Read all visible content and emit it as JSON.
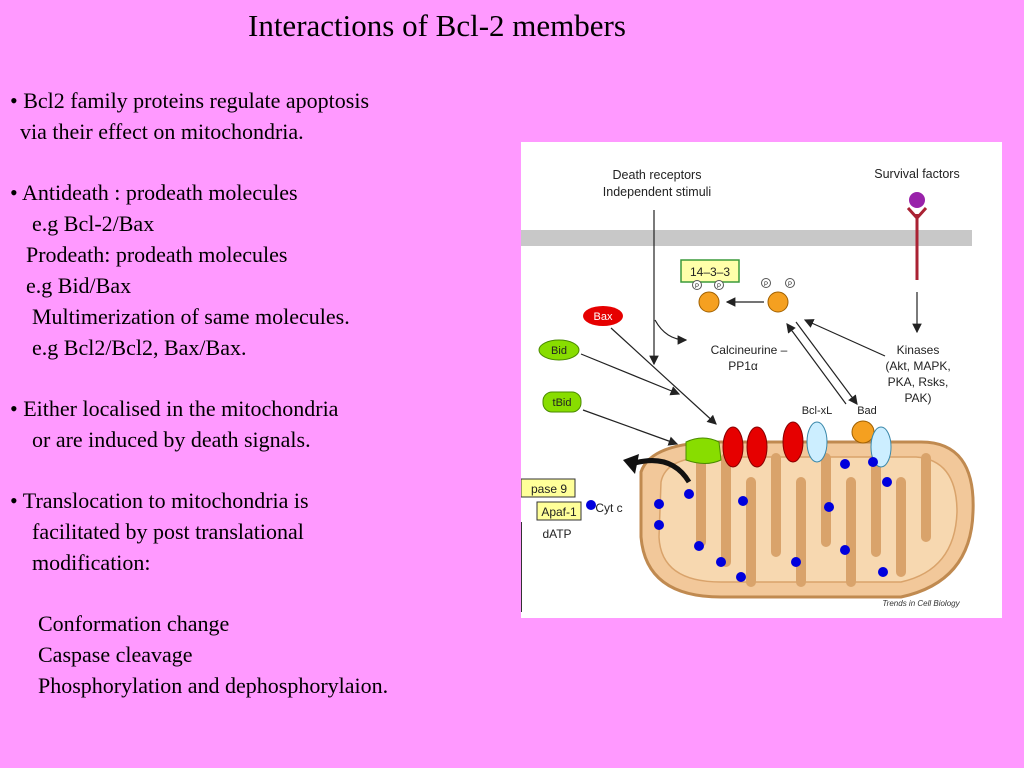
{
  "slide": {
    "title": "Interactions of Bcl-2 members",
    "lines": [
      "• Bcl2 family proteins regulate apoptosis",
      "via their effect on mitochondria.",
      "• Antideath : prodeath molecules",
      "e.g Bcl-2/Bax",
      "Prodeath: prodeath molecules",
      "e.g Bid/Bax",
      "Multimerization of same molecules.",
      "e.g Bcl2/Bcl2, Bax/Bax.",
      "• Either localised in the mitochondria",
      "or are induced by death signals.",
      "• Translocation to mitochondria is",
      "facilitated by post translational",
      "modification:",
      "Conformation change",
      "Caspase cleavage",
      "Phosphorylation and dephosphorylaion."
    ]
  },
  "figure": {
    "death_receptors_line1": "Death receptors",
    "death_receptors_line2": "Independent stimuli",
    "survival_factors": "Survival factors",
    "label_1433": "14–3–3",
    "label_bax": "Bax",
    "label_bid": "Bid",
    "label_tbid": "tBid",
    "calcineurine": "Calcineurine –",
    "pp1": "PP1α",
    "kinases_line1": "Kinases",
    "kinases_line2": "(Akt, MAPK,",
    "kinases_line3": "PKA, Rsks,",
    "kinases_line4": "PAK)",
    "bclxl": "Bcl-xL",
    "bad": "Bad",
    "caspase9": "pase 9",
    "apaf1": "Apaf-1",
    "cytc": "Cyt c",
    "datp": "dATP",
    "credit": "Trends in Cell Biology",
    "phospho": "P",
    "colors": {
      "slide_bg": "#ff99ff",
      "membrane": "#c8c8c8",
      "bax": "#e60000",
      "bid": "#88dd00",
      "orange_protein": "#f5a020",
      "bclxl": "#cceeff",
      "cytc_dot": "#0000dd",
      "mito_fill": "#f2c89a",
      "mito_stroke": "#c08a50",
      "survival_receptor": "#9922aa",
      "box_yellow": "#ffff99"
    }
  }
}
